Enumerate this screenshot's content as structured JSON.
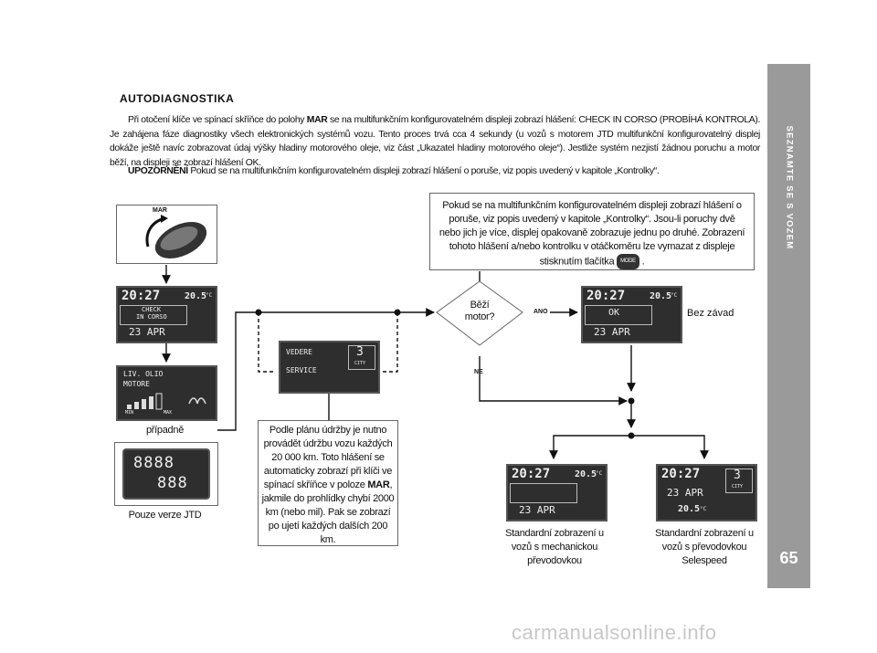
{
  "heading": "AUTODIAGNOSTIKA",
  "intro": {
    "before": "Při otočení klíče ve spínací skříňce do polohy ",
    "keyword": "MAR",
    "after": " se na multifunkčním konfigurovatelném displeji zobrazí hlášení: CHECK IN CORSO (PROBÍHÁ KONTROLA). Je zahájena fáze diagnostiky všech elektronických systémů vozu. Tento proces trvá cca 4 sekundy (u vozů s motorem JTD multifunkční konfigurovatelný displej dokáže ještě navíc zobrazovat údaj výšky hladiny motorového oleje, viz část „Ukazatel hladiny motorového oleje“). Jestliže systém nezjistí žádnou poruchu a motor běží, na displeji se zobrazí hlášení OK."
  },
  "note": {
    "label": "UPOZORNĚNÍ",
    "text": " Pokud se na multifunkčním konfigurovatelném displeji zobrazí hlášení o poruše, viz popis uvedený v kapitole „Kontrolky“."
  },
  "side_tab": {
    "text": "SEZNAMTE SE S VOZEM",
    "page_number": "65"
  },
  "key_panel": {
    "label": "MAR"
  },
  "display_check": {
    "time": "20:27",
    "temp": "20.5",
    "temp_unit": "°C",
    "line1": "CHECK",
    "line2": "IN CORSO",
    "date": "23 APR"
  },
  "display_oil": {
    "line1": "LIV. OLIO",
    "line2": "MOTORE",
    "min": "MIN",
    "max": "MAX"
  },
  "caption_alt": "případně",
  "display_odo": {
    "top": "8888",
    "bottom": "888"
  },
  "caption_jtd": "Pouze verze JTD",
  "display_service": {
    "line1": "VEDERE",
    "line2": "SERVICE",
    "gear": "3",
    "mode": "CITY"
  },
  "service_note": {
    "part1": "Podle plánu údržby je nutno provádět údržbu vozu každých 20 000 km. Toto hlášení se automaticky zobrazí při klíči ve spínací skříňce v poloze ",
    "keyword": "MAR",
    "part2": ", jakmile do prohlídky chybí 2000 km (nebo mil). Pak se zobrazí po ujetí každých dalších 200 km."
  },
  "fault_note": {
    "text": "Pokud se na multifunkčním konfigurovatelném displeji zobrazí hlášení o poruše, viz popis uvedený v kapitole „Kontrolky“. Jsou-li poruchy dvě nebo jich je více, displej opakovaně zobrazuje jednu po druhé. Zobrazení tohoto hlášení a/nebo kontrolku v otáčkoměru lze vymazat z displeje stisknutím tlačítka ",
    "button": "MODE",
    "end": " ."
  },
  "decision": {
    "line1": "Běží",
    "line2": "motor?",
    "yes": "ANO",
    "no": "NE"
  },
  "display_ok": {
    "time": "20:27",
    "temp": "20.5",
    "temp_unit": "°C",
    "status": "OK",
    "date": "23 APR"
  },
  "caption_ok": "Bez závad",
  "display_manual": {
    "time": "20:27",
    "temp": "20.5",
    "temp_unit": "°C",
    "date": "23 APR"
  },
  "caption_manual": "Standardní zobrazení u vozů s mechanickou převodovkou",
  "display_selespeed": {
    "time": "20:27",
    "gear": "3",
    "mode": "CITY",
    "date": "23 APR",
    "temp": "20.5",
    "temp_unit": "°C"
  },
  "caption_selespeed": "Standardní zobrazení u vozů s převodovkou Selespeed",
  "watermark": "carmanualsonline.info"
}
